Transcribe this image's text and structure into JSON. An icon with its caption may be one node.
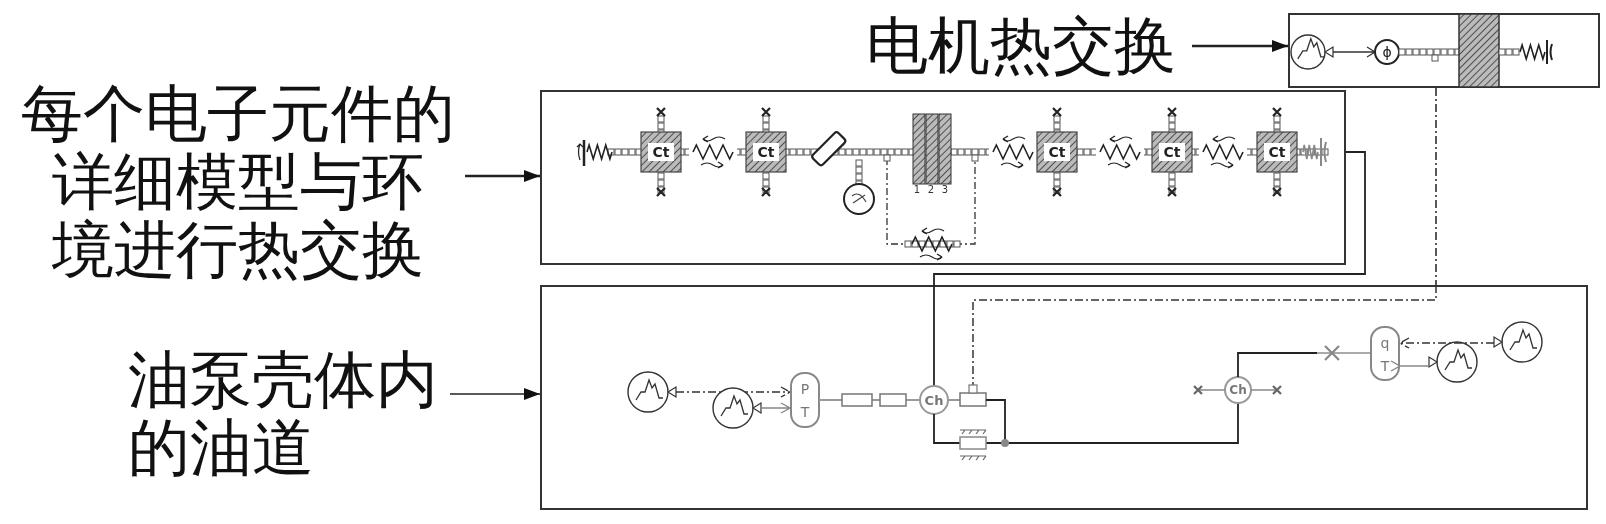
{
  "diagram": {
    "nodes": [
      {
        "text": [
          "电机热交换"
        ]
      },
      {
        "text": [],
        "shape": "box"
      },
      {
        "text": [
          "每个电子元件的详细模型与环境进行热交换"
        ]
      },
      {
        "text": [],
        "shape": "box"
      },
      {
        "text": [
          "油泵壳体内的油道"
        ]
      },
      {
        "text": [],
        "shape": "box"
      }
    ],
    "edges": [
      {
        "from": 0,
        "to": 1,
        "arrow": "to"
      },
      {
        "from": 2,
        "to": 3,
        "arrow": "to"
      },
      {
        "from": 4,
        "to": 5,
        "arrow": "to"
      },
      {
        "from": 3,
        "to": 5,
        "arrow": "none"
      },
      {
        "from": 1,
        "to": 5,
        "arrow": "none",
        "style": "dashed"
      }
    ],
    "labels": [
      "ϕ",
      "Ct",
      "Ct",
      "1",
      "2",
      "3",
      "Ct",
      "Ct",
      "Ct",
      "q",
      "T",
      "P",
      "T",
      "Ch",
      "Ch"
    ]
  }
}
